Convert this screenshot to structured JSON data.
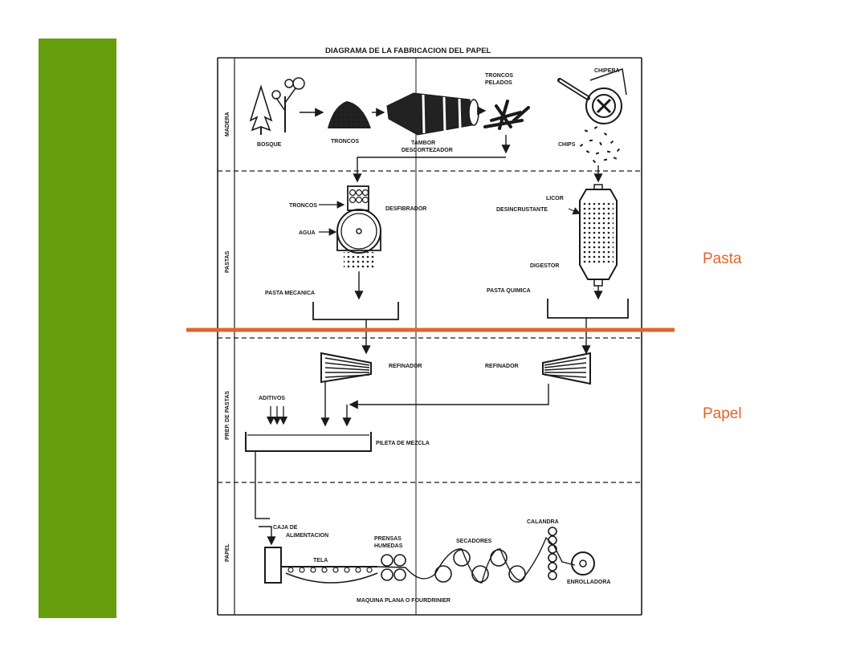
{
  "slide": {
    "side_labels": {
      "pasta": "Pasta",
      "papel": "Papel"
    },
    "colors": {
      "green_bar": "#669d0c",
      "accent_line": "#e0642f",
      "label": "#e0642f"
    }
  },
  "diagram": {
    "title": "DIAGRAMA DE LA FABRICACION DEL PAPEL",
    "sections": {
      "madera": "MADERA",
      "pastas": "PASTAS",
      "prep_pastas": "PREP. DE PASTAS",
      "papel": "PAPEL"
    },
    "labels": {
      "bosque": "BOSQUE",
      "troncos": "TRONCOS",
      "tambor_1": "TAMBOR",
      "tambor_2": "DESCORTEZADOR",
      "troncos_pelados_1": "TRONCOS",
      "troncos_pelados_2": "PELADOS",
      "chipera": "CHIPERA",
      "chips": "CHIPS",
      "troncos_in": "TRONCOS",
      "agua": "AGUA",
      "desfibrador": "DESFIBRADOR",
      "licor_1": "LICOR",
      "licor_2": "DESINCRUSTANTE",
      "digestor": "DIGESTOR",
      "pasta_mecanica": "PASTA MECANICA",
      "pasta_quimica": "PASTA QUIMICA",
      "refinador_left": "REFINADOR",
      "refinador_right": "REFINADOR",
      "aditivos": "ADITIVOS",
      "pileta": "PILETA DE MEZCLA",
      "caja_1": "CAJA DE",
      "caja_2": "ALIMENTACION",
      "prensas_1": "PRENSAS",
      "prensas_2": "HUMEDAS",
      "secadores": "SECADORES",
      "calandra": "CALANDRA",
      "tela": "TELA",
      "enrolladora": "ENROLLADORA",
      "maquina": "MAQUINA PLANA O FOURDRINIER"
    }
  }
}
